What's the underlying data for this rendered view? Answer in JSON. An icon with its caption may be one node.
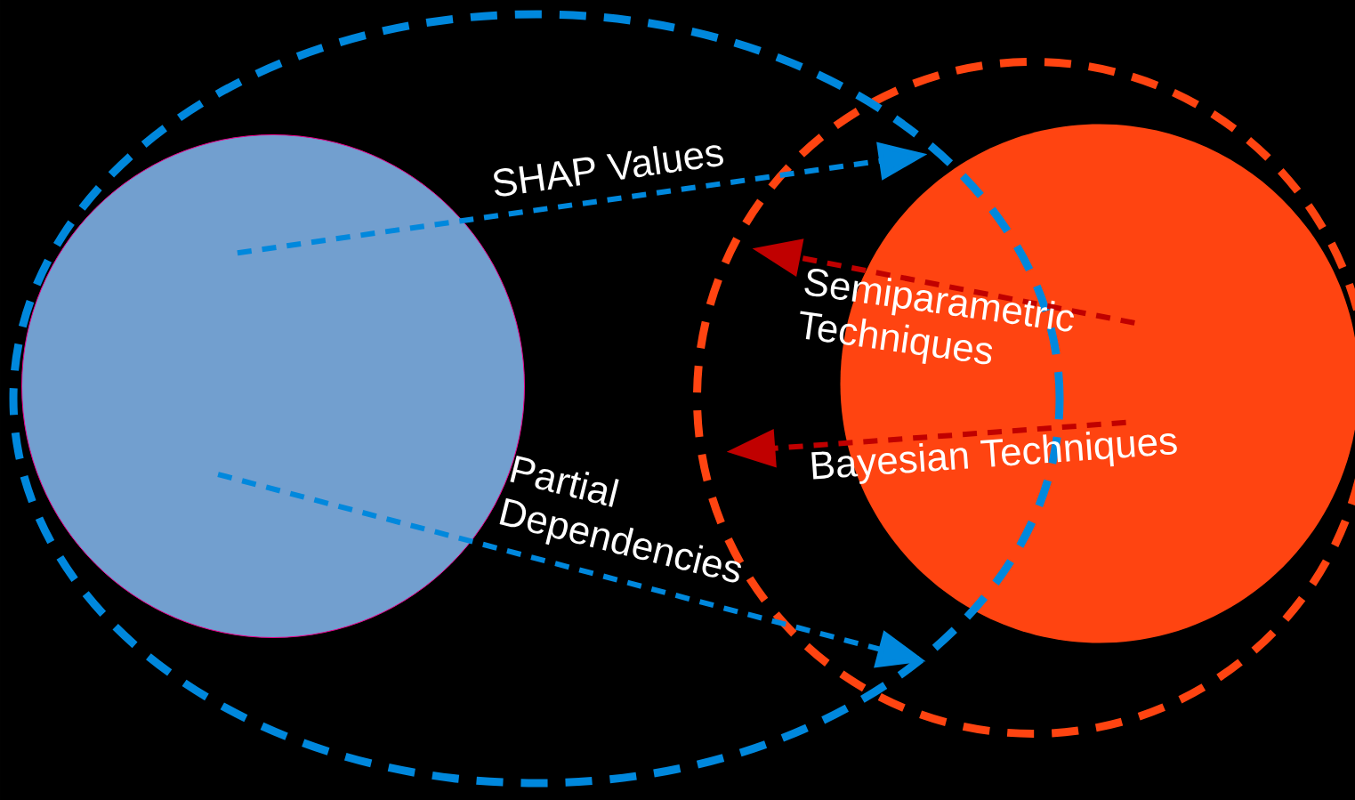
{
  "diagram": {
    "nodes": [
      {
        "text": [],
        "shape": "ellipse"
      },
      {
        "text": [],
        "shape": "circle"
      },
      {
        "text": [],
        "shape": "circle",
        "in": 0
      },
      {
        "text": [],
        "shape": "circle",
        "in": 1
      }
    ],
    "edges": [
      {
        "from": 2,
        "to": 0,
        "arrow": "to",
        "label": "SHAP Values",
        "style": "dashed",
        "color": "#0088dd"
      },
      {
        "from": 2,
        "to": 0,
        "arrow": "to",
        "label": "Partial Dependencies",
        "style": "dashed",
        "color": "#0088dd"
      },
      {
        "from": 3,
        "to": 1,
        "arrow": "to",
        "label": "Semiparametric Techniques",
        "style": "dashed",
        "color": "#c00000"
      },
      {
        "from": 3,
        "to": 1,
        "arrow": "to",
        "label": "Bayesian Techniques",
        "style": "dashed",
        "color": "#c00000"
      }
    ]
  }
}
